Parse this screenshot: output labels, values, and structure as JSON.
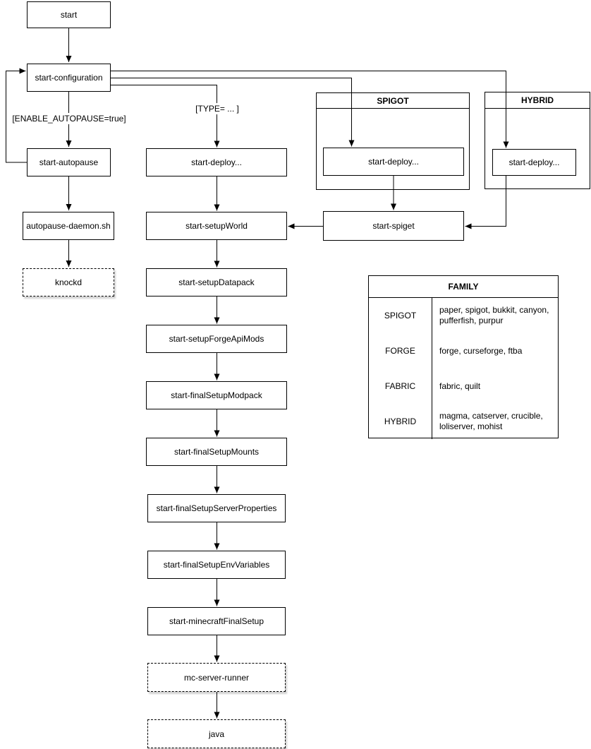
{
  "canvas": {
    "background_color": "#ffffff",
    "line_color": "#000000"
  },
  "nodes": {
    "start": "start",
    "start_configuration": "start-configuration",
    "start_autopause": "start-autopause",
    "autopause_daemon": "autopause-daemon.sh",
    "knockd": "knockd",
    "start_deploy": "start-deploy...",
    "start_setup_world": "start-setupWorld",
    "start_setup_datapack": "start-setupDatapack",
    "start_setup_forge_api_mods": "start-setupForgeApiMods",
    "start_final_setup_modpack": "start-finalSetupModpack",
    "start_final_setup_mounts": "start-finalSetupMounts",
    "start_final_setup_server_properties": "start-finalSetupServerProperties",
    "start_final_setup_env_variables": "start-finalSetupEnvVariables",
    "start_minecraft_final_setup": "start-minecraftFinalSetup",
    "mc_server_runner": "mc-server-runner",
    "java": "java",
    "spigot_start_deploy": "start-deploy...",
    "hybrid_start_deploy": "start-deploy...",
    "start_spiget": "start-spiget"
  },
  "groups": {
    "spigot": "SPIGOT",
    "hybrid": "HYBRID"
  },
  "edge_labels": {
    "enable_autopause": "[ENABLE_AUTOPAUSE=true]",
    "type": "[TYPE= ... ]"
  },
  "family_table": {
    "title": "FAMILY",
    "rows": [
      {
        "family": "SPIGOT",
        "members": "paper, spigot, bukkit, canyon, pufferfish, purpur"
      },
      {
        "family": "FORGE",
        "members": "forge, curseforge, ftba"
      },
      {
        "family": "FABRIC",
        "members": "fabric, quilt"
      },
      {
        "family": "HYBRID",
        "members": "magma, catserver, crucible, loliserver, mohist"
      }
    ]
  }
}
